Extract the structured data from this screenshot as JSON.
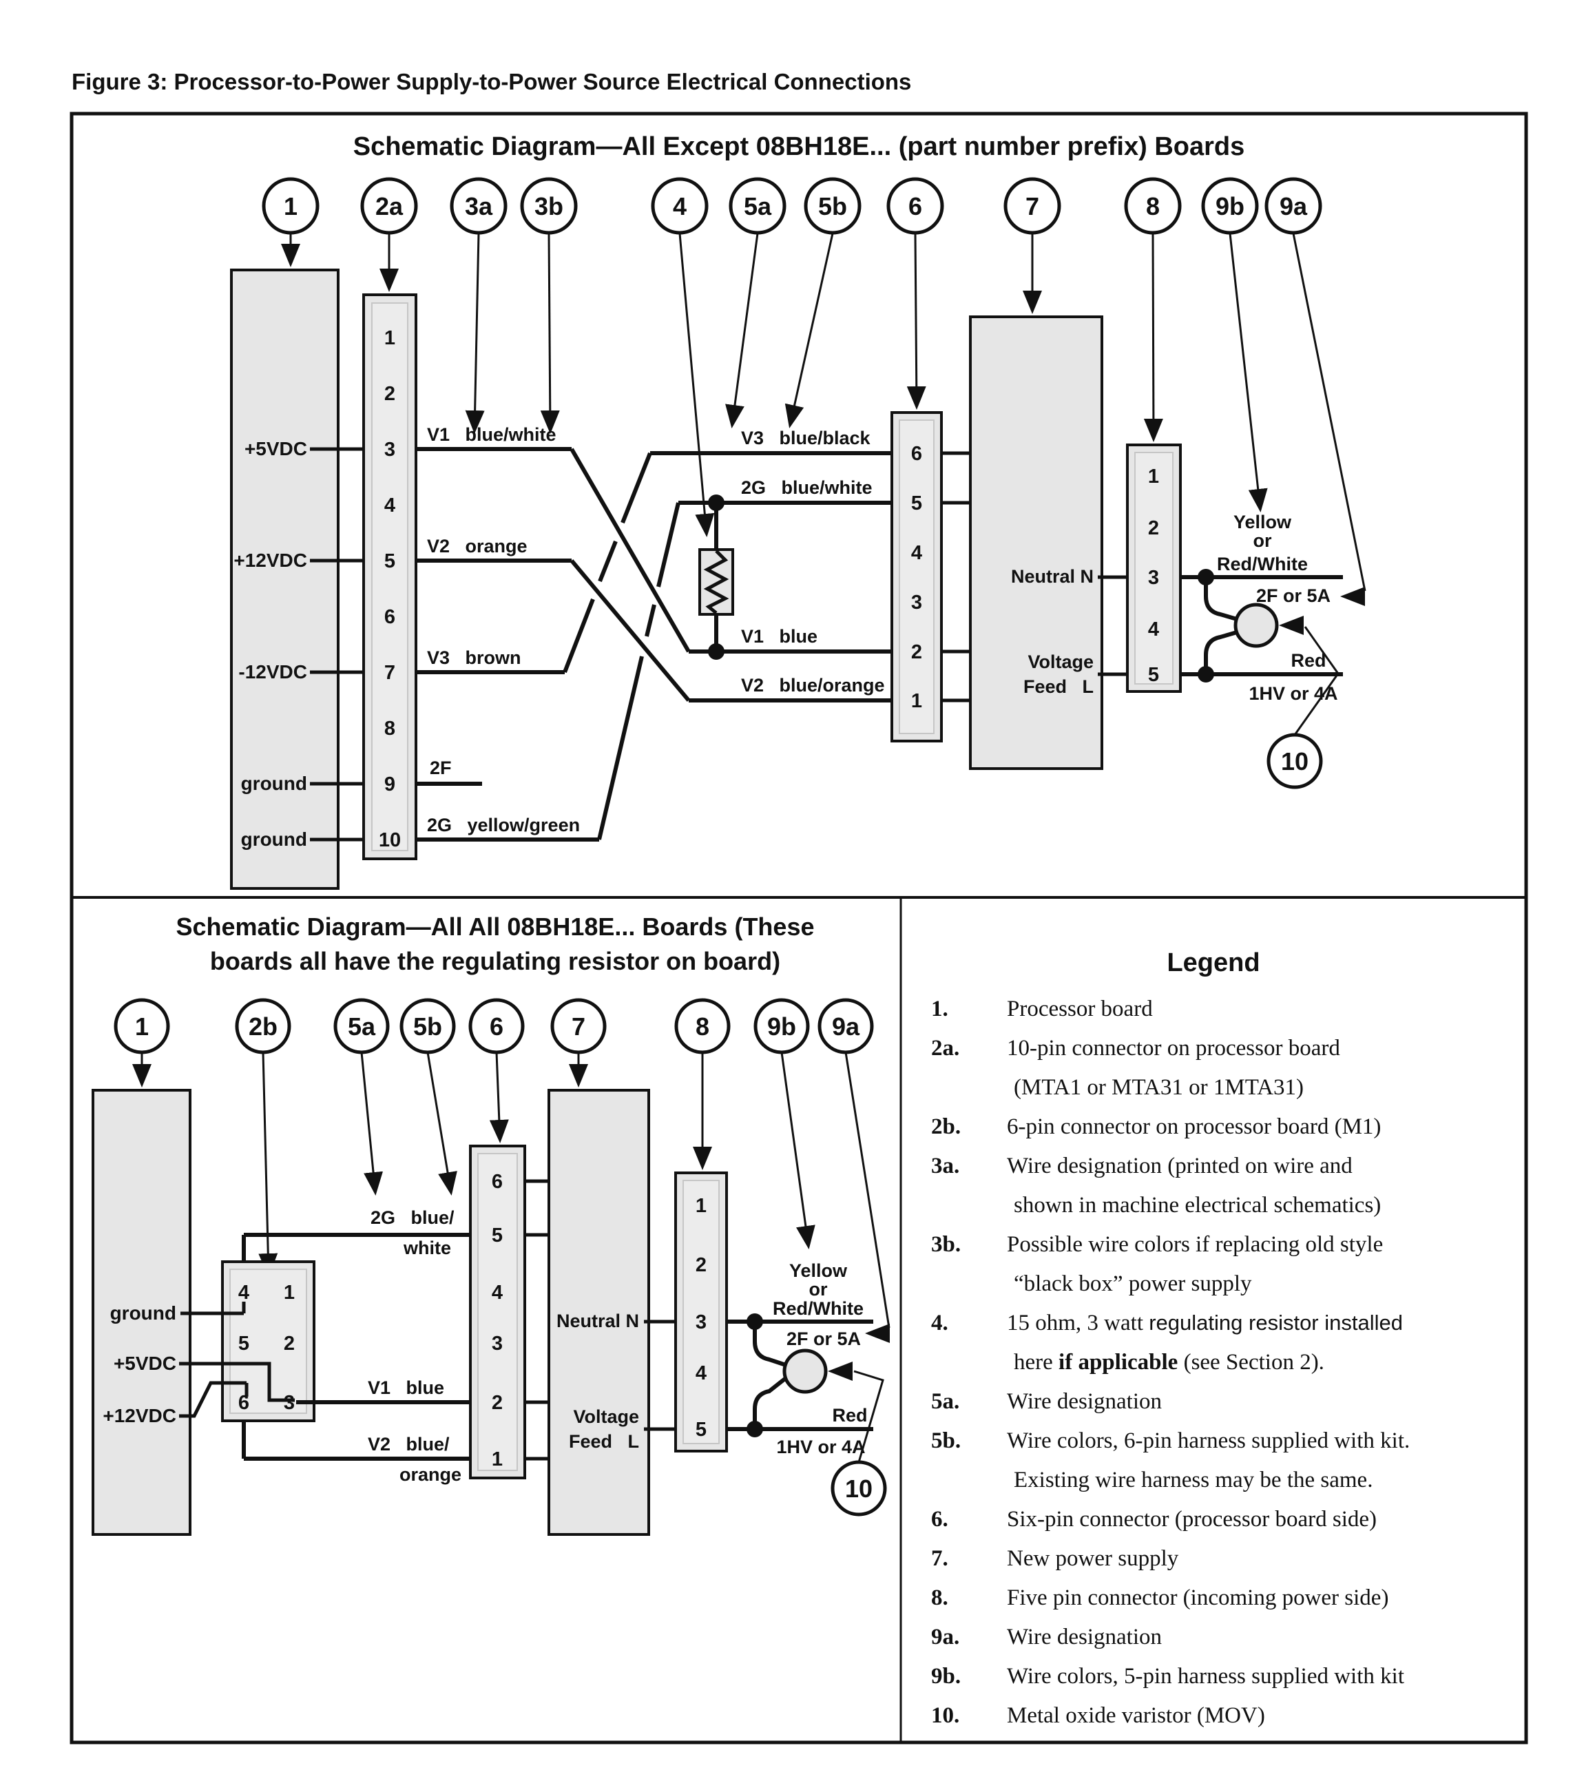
{
  "figure_title": "Figure 3: Processor-to-Power Supply-to-Power Source Electrical Connections",
  "colors": {
    "ink": "#111111",
    "component_fill": "#e6e6e6",
    "background": "#ffffff"
  },
  "top": {
    "title": "Schematic Diagram—All Except 08BH18E... (part number prefix) Boards",
    "callouts": [
      "1",
      "2a",
      "3a",
      "3b",
      "4",
      "5a",
      "5b",
      "6",
      "7",
      "8",
      "9b",
      "9a"
    ],
    "board_labels": [
      "+5VDC",
      "+12VDC",
      "-12VDC",
      "ground",
      "ground"
    ],
    "pins10": [
      "1",
      "2",
      "3",
      "4",
      "5",
      "6",
      "7",
      "8",
      "9",
      "10"
    ],
    "wires_left": [
      "V1   blue/white",
      "V2   orange",
      "V3   brown",
      "2F",
      "2G   yellow/green"
    ],
    "pins6": [
      "6",
      "5",
      "4",
      "3",
      "2",
      "1"
    ],
    "wires_right": [
      "V3   blue/black",
      "2G   blue/white",
      "V1   blue",
      "V2   blue/orange"
    ],
    "supply": {
      "neutral": "Neutral N",
      "voltage1": "Voltage",
      "voltage2": "Feed   L"
    },
    "pins5": [
      "1",
      "2",
      "3",
      "4",
      "5"
    ],
    "harness": {
      "yellow": "Yellow",
      "or": "or",
      "redwhite": "Red/White",
      "f25a": "2F or 5A",
      "red": "Red",
      "hv": "1HV or 4A"
    },
    "mov_num": "10"
  },
  "bottom": {
    "title1": "Schematic Diagram—All All 08BH18E... Boards (These",
    "title2": "boards all have the regulating resistor on board)",
    "callouts": [
      "1",
      "2b",
      "5a",
      "5b",
      "6",
      "7",
      "8",
      "9b",
      "9a"
    ],
    "board_labels": [
      "ground",
      "+5VDC",
      "+12VDC"
    ],
    "pins2b_left": [
      "4",
      "5",
      "6"
    ],
    "pins2b_right": [
      "1",
      "2",
      "3"
    ],
    "wire_2g_a": "2G   blue/",
    "wire_2g_b": "white",
    "wire_v1": "V1   blue",
    "wire_v2_a": "V2   blue/",
    "wire_v2_b": "orange",
    "pins6": [
      "6",
      "5",
      "4",
      "3",
      "2",
      "1"
    ],
    "supply": {
      "neutral": "Neutral N",
      "voltage1": "Voltage",
      "voltage2": "Feed   L"
    },
    "pins5": [
      "1",
      "2",
      "3",
      "4",
      "5"
    ],
    "harness": {
      "yellow": "Yellow",
      "or": "or",
      "redwhite": "Red/White",
      "f25a": "2F or 5A",
      "red": "Red",
      "hv": "1HV or 4A"
    },
    "mov_num": "10"
  },
  "legend": {
    "title": "Legend",
    "items": [
      {
        "n": "1.",
        "l1": "Processor board"
      },
      {
        "n": "2a.",
        "l1": "10-pin connector on processor board",
        "l2": "(MTA1 or MTA31 or 1MTA31)"
      },
      {
        "n": "2b.",
        "l1": "6-pin connector on processor board (M1)"
      },
      {
        "n": "3a.",
        "l1": "Wire designation (printed on wire and",
        "l2": "shown in machine electrical schematics)"
      },
      {
        "n": "3b.",
        "l1": "Possible wire colors if replacing old style",
        "l2": "“black box” power supply"
      },
      {
        "n": "4.",
        "l1_pre": "15 ohm, 3 watt ",
        "l1_sans": "regulating resistor installed",
        "l2_pre": "here ",
        "l2_bold": "if applicable",
        "l2_post": " (see Section 2)."
      },
      {
        "n": "5a.",
        "l1": "Wire designation"
      },
      {
        "n": "5b.",
        "l1": "Wire colors, 6-pin harness supplied with kit.",
        "l2": "Existing wire harness may be the same."
      },
      {
        "n": "6.",
        "l1": "Six-pin connector (processor board side)"
      },
      {
        "n": "7.",
        "l1": "New power supply"
      },
      {
        "n": "8.",
        "l1": "Five pin connector (incoming power side)"
      },
      {
        "n": "9a.",
        "l1": "Wire designation"
      },
      {
        "n": "9b.",
        "l1": "Wire colors, 5-pin harness supplied with kit"
      },
      {
        "n": "10.",
        "l1": "Metal oxide varistor (MOV)"
      }
    ]
  }
}
